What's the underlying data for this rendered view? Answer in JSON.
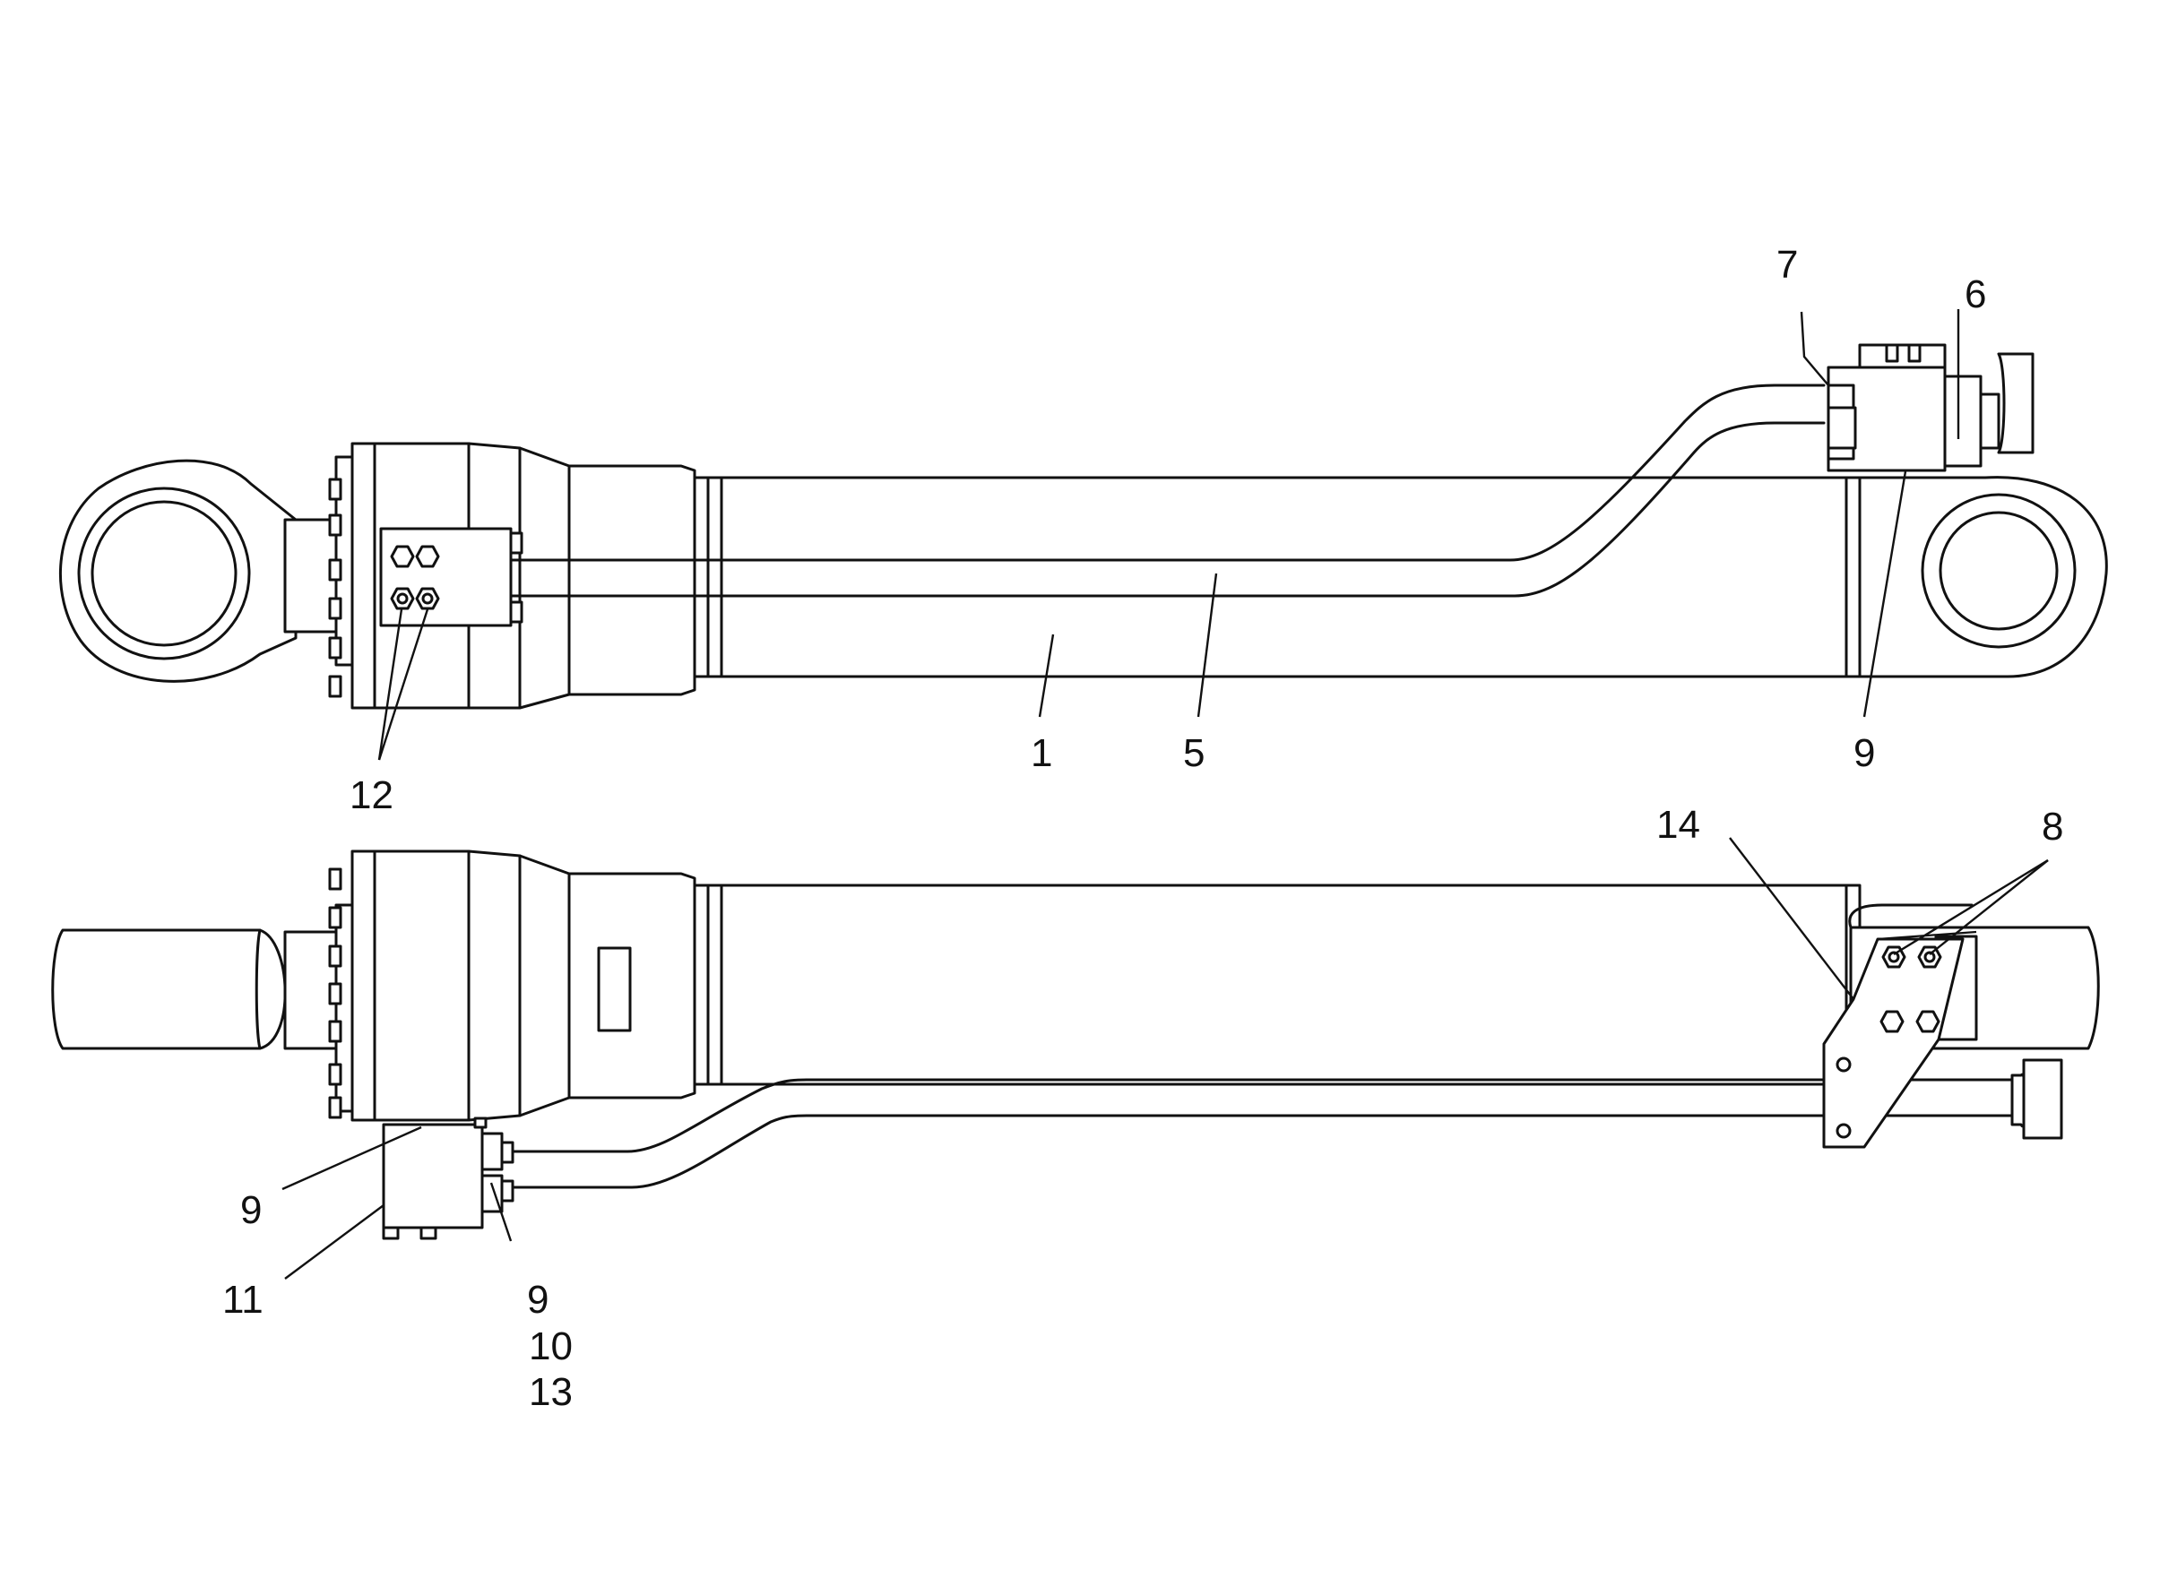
{
  "callouts": {
    "c1": "1",
    "c5": "5",
    "c6": "6",
    "c7": "7",
    "c8": "8",
    "c9_top": "9",
    "c9_left": "9",
    "c9_stack": "9",
    "c10": "10",
    "c11": "11",
    "c12": "12",
    "c13": "13",
    "c14": "14"
  }
}
